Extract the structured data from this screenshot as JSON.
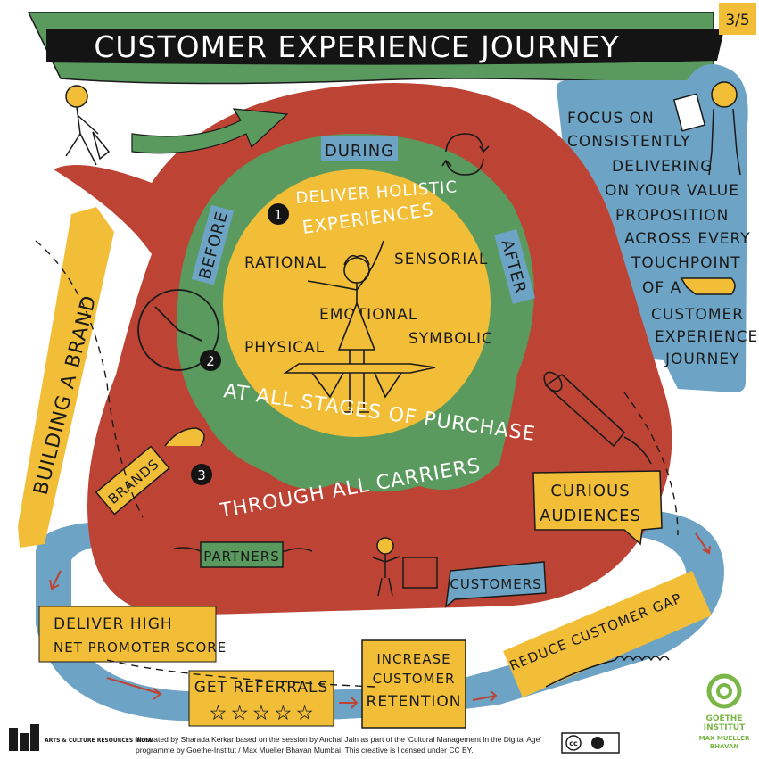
{
  "page_number": "3/5",
  "title": "CUSTOMER EXPERIENCE JOURNEY",
  "ring": {
    "during": "DURING",
    "before": "BEFORE",
    "after": "AFTER"
  },
  "points": [
    {
      "num": "1",
      "text_line1": "DELIVER HOLISTIC",
      "text_line2": "EXPERIENCES"
    },
    {
      "num": "2",
      "text": "AT ALL STAGES OF PURCHASE"
    },
    {
      "num": "3",
      "text": "THROUGH ALL CARRIERS"
    }
  ],
  "experience_types": {
    "rational": "RATIONAL",
    "sensorial": "SENSORIAL",
    "emotional": "EMOTIONAL",
    "physical": "PHYSICAL",
    "symbolic": "SYMBOLIC"
  },
  "carriers": {
    "brands": "BRANDS",
    "partners": "PARTNERS",
    "customers": "CUSTOMERS",
    "curious_audiences_1": "CURIOUS",
    "curious_audiences_2": "AUDIENCES"
  },
  "focus_note": {
    "lines": [
      "FOCUS ON",
      "CONSISTENTLY",
      "DELIVERING",
      "ON YOUR VALUE",
      "PROPOSITION",
      "ACROSS EVERY",
      "TOUCHPOINT",
      "OF A",
      "CUSTOMER",
      "EXPERIENCE",
      "JOURNEY"
    ]
  },
  "building_brand": "BUILDING A BRAND",
  "outcomes": {
    "nps_line1": "DELIVER HIGH",
    "nps_line2": "NET PROMOTER SCORE",
    "referrals": "GET REFERRALS",
    "stars": "★ ★ ★ ★ ★",
    "retention_1": "INCREASE",
    "retention_2": "CUSTOMER",
    "retention_3": "RETENTION",
    "gap": "REDUCE CUSTOMER GAP"
  },
  "footer": {
    "logo_left": "ARTS & CULTURE RESOURCES INDIA",
    "credit_line1": "Illustrated by Sharada Kerkar based on the session by Anchal Jain as part of the 'Cultural Management in the Digital Age'",
    "credit_line2": "programme by Goethe-Institut / Max Mueller Bhavan Mumbai. This creative is licensed under CC BY.",
    "cc_badge": "cc",
    "goethe_1": "GOETHE",
    "goethe_2": "INSTITUT",
    "goethe_3": "MAX MUELLER",
    "goethe_4": "BHAVAN"
  },
  "colors": {
    "red": "#bd4434",
    "green": "#5a9a5e",
    "yellow": "#f2be38",
    "blue": "#6da3c4",
    "black": "#1a1a1a"
  }
}
